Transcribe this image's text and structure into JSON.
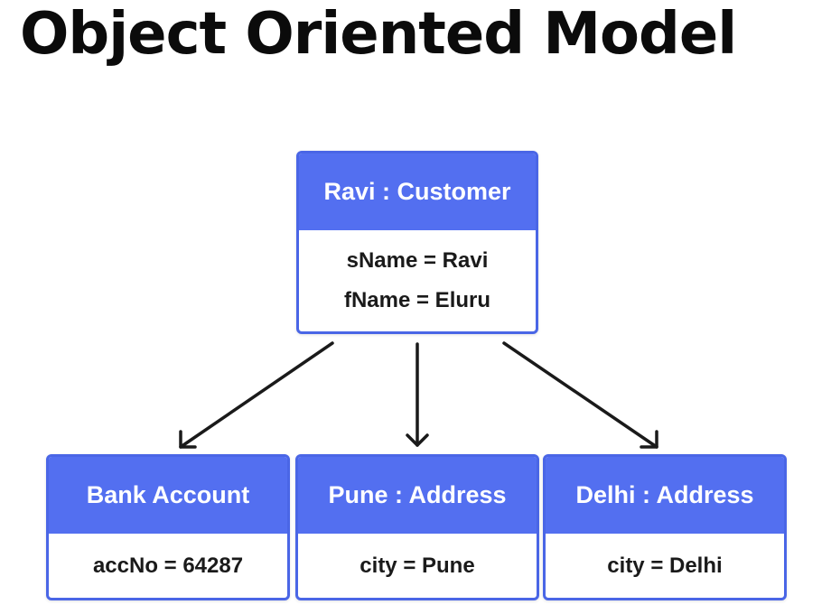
{
  "title": "Object Oriented Model",
  "colors": {
    "header_fill": "#536ff0",
    "border": "#4a66e6",
    "arrow": "#1a1a1a",
    "title_text": "#0b0b0b"
  },
  "root_object": {
    "header": "Ravi : Customer",
    "attributes": [
      "sName = Ravi",
      "fName = Eluru"
    ]
  },
  "child_objects": [
    {
      "header": "Bank Account",
      "attributes": [
        "accNo = 64287"
      ]
    },
    {
      "header": "Pune : Address",
      "attributes": [
        "city = Pune"
      ]
    },
    {
      "header": "Delhi : Address",
      "attributes": [
        "city = Delhi"
      ]
    }
  ]
}
